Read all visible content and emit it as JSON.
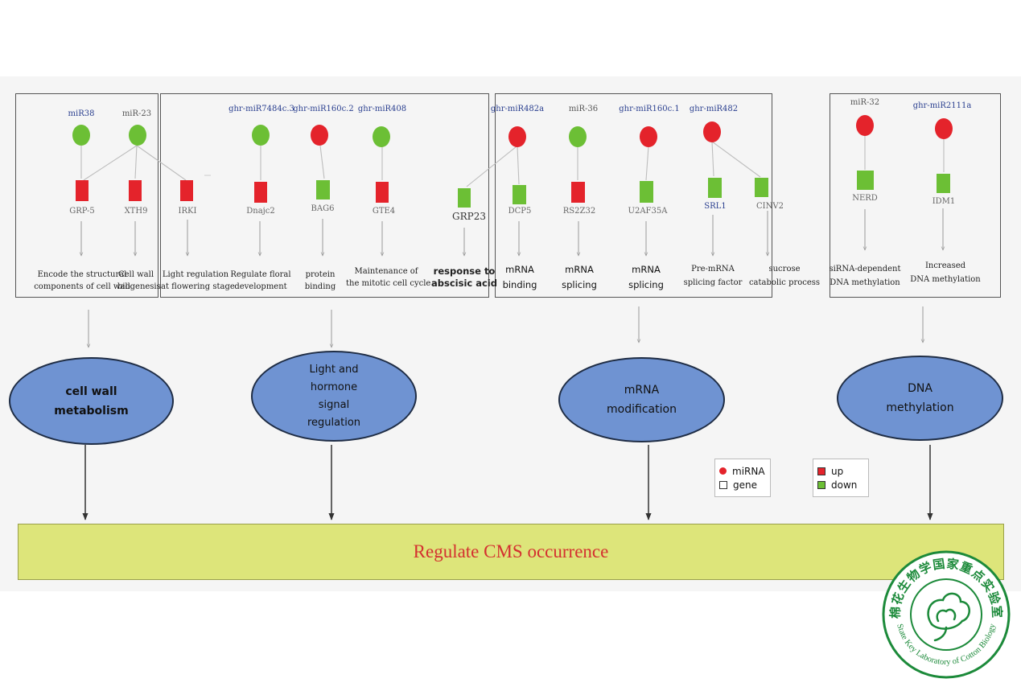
{
  "colors": {
    "up": "#e4232b",
    "down": "#6cbf35",
    "ellipse": "#6f93d2",
    "bar": "#dde57a",
    "bar_text": "#d43030"
  },
  "mirnas": [
    "miR38",
    "miR-23",
    "ghr-miR7484c.3",
    "ghr-miR160c.2",
    "ghr-miR408",
    "ghr-miR482a",
    "miR-36",
    "ghr-miR160c.1",
    "ghr-miR482",
    "miR-32",
    "ghr-miR2111a"
  ],
  "genes": [
    "GRP-5",
    "XTH9",
    "IRKI",
    "Dnajc2",
    "BAG6",
    "GTE4",
    "GRP23",
    "DCP5",
    "RS2Z32",
    "U2AF35A",
    "SRL1",
    "CINV2",
    "NERD",
    "IDM1"
  ],
  "functions": [
    [
      "Encode the structural",
      "components of cell wall"
    ],
    [
      "Cell wall",
      "biogenesis"
    ],
    [
      "Light regulation",
      "at flowering stage"
    ],
    [
      "Regulate floral",
      "development"
    ],
    [
      "protein",
      "binding"
    ],
    [
      "Maintenance of",
      "the mitotic cell cycle"
    ],
    [
      "response to",
      "abscisic acid"
    ],
    [
      "mRNA",
      "binding"
    ],
    [
      "mRNA",
      "splicing"
    ],
    [
      "mRNA",
      "splicing"
    ],
    [
      "Pre-mRNA",
      "splicing factor"
    ],
    [
      "sucrose",
      "catabolic process"
    ],
    [
      "siRNA-dependent",
      "DNA methylation"
    ],
    [
      "Increased",
      "DNA methylation"
    ]
  ],
  "categories": [
    [
      "cell wall",
      "metabolism"
    ],
    [
      "Light and",
      "hormone",
      "signal",
      "regulation"
    ],
    [
      "mRNA",
      "modification"
    ],
    [
      "DNA",
      "methylation"
    ]
  ],
  "outcome": "Regulate CMS occurrence",
  "legend": {
    "mirna": "miRNA",
    "gene": "gene",
    "up": "up",
    "down": "down"
  },
  "seal": {
    "cn": "棉花生物学国家重点实验室",
    "en": "State Key Laboratory of Cotton Biology"
  }
}
